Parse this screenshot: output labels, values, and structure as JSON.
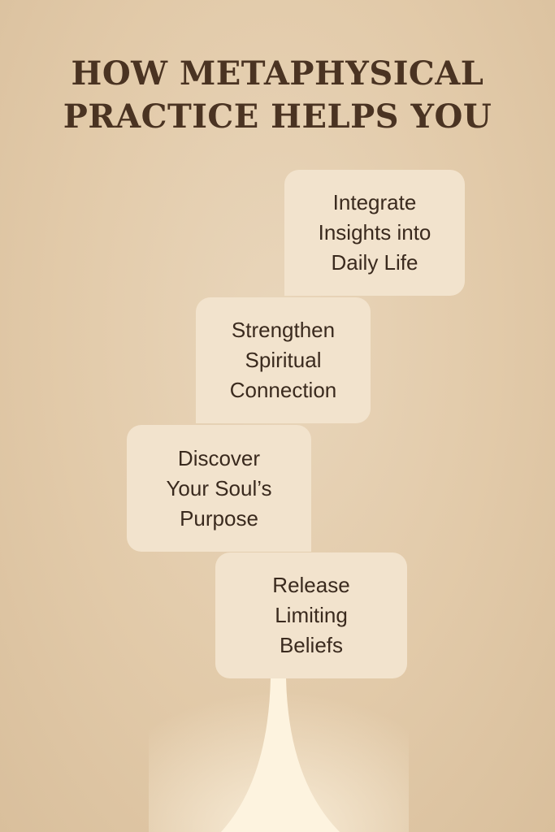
{
  "title": {
    "line1": "HOW METAPHYSICAL",
    "line2": "PRACTICE HELPS YOU"
  },
  "steps": [
    {
      "label": "Integrate Insights into Daily Life"
    },
    {
      "label": "Strengthen Spiritual Connection"
    },
    {
      "label": "Discover Your Soul’s Purpose"
    },
    {
      "label": "Release Limiting Beliefs"
    }
  ],
  "colors": {
    "background": "#e2caa9",
    "box": "#f2e3cd",
    "text": "#3a2a1e",
    "title": "#4a3322",
    "light_beam": "#fdf3df"
  }
}
